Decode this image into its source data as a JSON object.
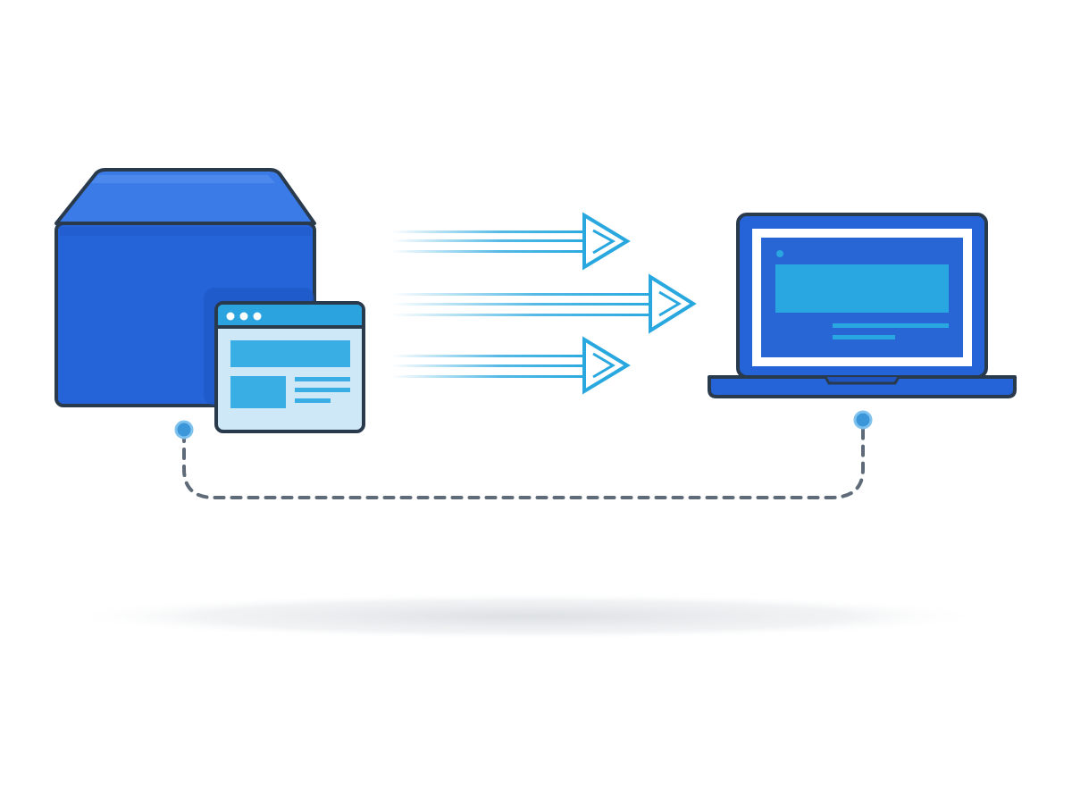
{
  "diagram": {
    "nodes": [
      {
        "id": "package",
        "icon": "package-box-icon"
      },
      {
        "id": "browser-window",
        "icon": "browser-window-icon"
      },
      {
        "id": "laptop",
        "icon": "laptop-icon"
      }
    ],
    "edges": [
      {
        "from": "package",
        "to": "laptop",
        "style": "arrows",
        "count": 3
      },
      {
        "from": "package",
        "to": "laptop",
        "style": "dashed-connector"
      }
    ],
    "colors": {
      "box_blue": "#2563d9",
      "box_lid": "#3a7be8",
      "outline": "#2a3a4d",
      "arrow_cyan": "#29a8df",
      "window_bg": "#cfe8f7",
      "window_header": "#2ba3df",
      "screen_blue": "#2766d4",
      "screen_band": "#29a7e0",
      "dash_gray": "#5f6b78",
      "dot_blue": "#3b97d9",
      "shadow_gray": "#e6e8eb"
    }
  }
}
